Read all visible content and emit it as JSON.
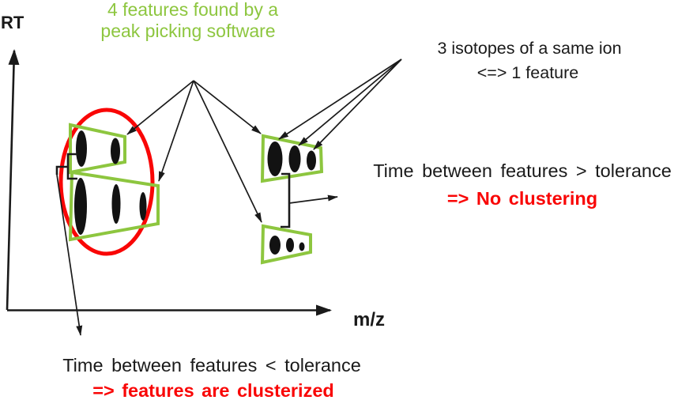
{
  "colors": {
    "green": "#8DC63F",
    "red": "#F90606",
    "ink": "#1a1a1a"
  },
  "axes": {
    "y_label": "RT",
    "x_label": "m/z"
  },
  "labels": {
    "peak_picking_line1": "4 features found by a",
    "peak_picking_line2": "peak picking software",
    "isotopes_line1": "3 isotopes of a same ion",
    "isotopes_line2": "<=> 1 feature",
    "no_clustering_line1": "Time between features > tolerance",
    "no_clustering_line2": "=> No clustering",
    "clusterized_line1": "Time between features < tolerance",
    "clusterized_line2": "=> features are clusterized"
  },
  "diagram": {
    "feature_boxes": [
      {
        "position": "left-top",
        "isotope_count": 2,
        "circled_in_red": true
      },
      {
        "position": "left-bottom",
        "isotope_count": 3,
        "circled_in_red": true
      },
      {
        "position": "right-top",
        "isotope_count": 3,
        "circled_in_red": false
      },
      {
        "position": "right-bottom",
        "isotope_count": 3,
        "circled_in_red": false
      }
    ],
    "pointer_arrows_from_peak_picking_note": 4,
    "pointer_arrows_from_isotopes_note": 3
  }
}
